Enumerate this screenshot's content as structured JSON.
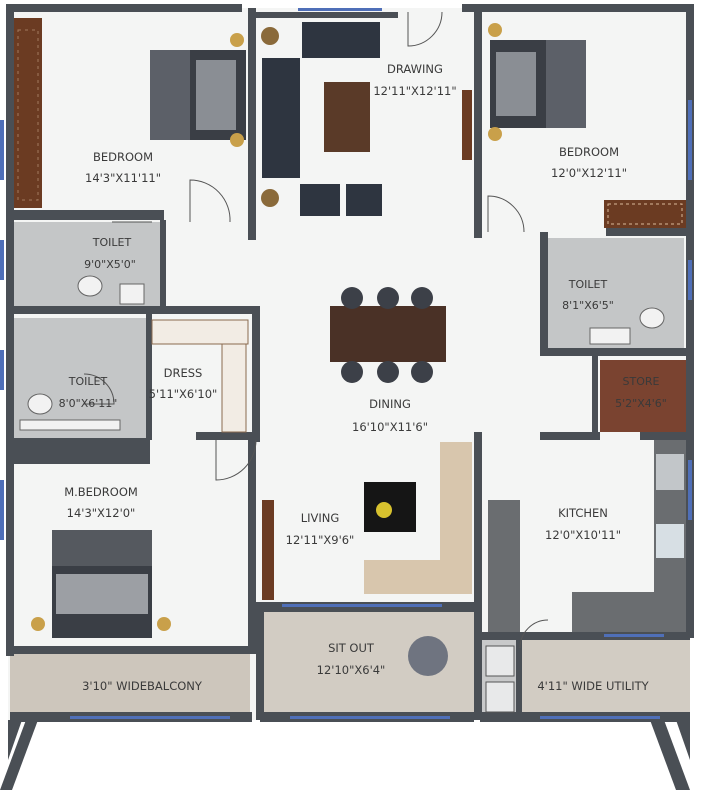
{
  "rooms": {
    "bedroom_nw": {
      "name": "BEDROOM",
      "size": "14'3\"X11'11\""
    },
    "drawing": {
      "name": "DRAWING",
      "size": "12'11\"X12'11\""
    },
    "bedroom_ne": {
      "name": "BEDROOM",
      "size": "12'0\"X12'11\""
    },
    "toilet_1": {
      "name": "TOILET",
      "size": "9'0\"X5'0\""
    },
    "toilet_2": {
      "name": "TOILET",
      "size": "8'0\"X6'11\""
    },
    "toilet_3": {
      "name": "TOILET",
      "size": "8'1\"X6'5\""
    },
    "dress": {
      "name": "DRESS",
      "size": "5'11\"X6'10\""
    },
    "store": {
      "name": "STORE",
      "size": "5'2\"X4'6\""
    },
    "dining": {
      "name": "DINING",
      "size": "16'10\"X11'6\""
    },
    "master_bedroom": {
      "name": "M.BEDROOM",
      "size": "14'3\"X12'0\""
    },
    "living": {
      "name": "LIVING",
      "size": "12'11\"X9'6\""
    },
    "kitchen": {
      "name": "KITCHEN",
      "size": "12'0\"X10'11\""
    },
    "sit_out": {
      "name": "SIT OUT",
      "size": "12'10\"X6'4\""
    },
    "balcony": {
      "label": "3'10\" WIDEBALCONY"
    },
    "utility": {
      "label": "4'11\" WIDE UTILITY"
    }
  },
  "colors": {
    "wall": "#4a4f55",
    "floor": "#f4f5f4",
    "tile": "#bfc1c2",
    "balcony_floor": "#cdc6bc",
    "window": "#4f6fb8",
    "wood": "#6b3b22",
    "sofa_dark": "#2e3540",
    "sofa_beige": "#d8c6ad"
  }
}
